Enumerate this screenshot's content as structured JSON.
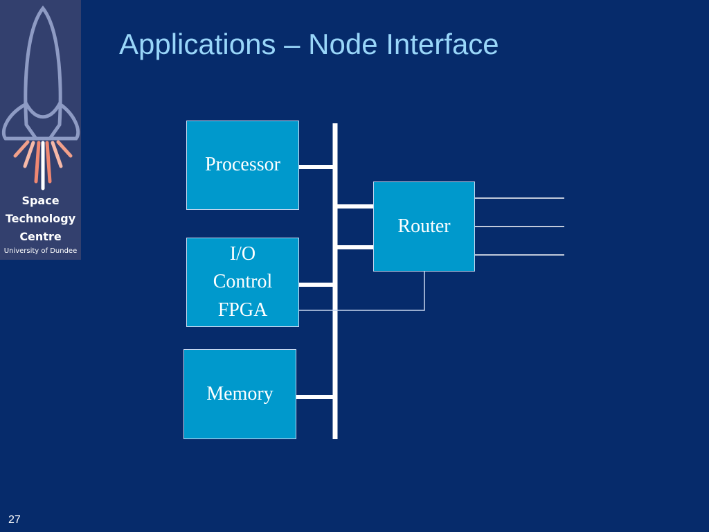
{
  "slide": {
    "title": "Applications – Node Interface",
    "page_number": "27"
  },
  "logo": {
    "line1": "Space",
    "line2": "Technology",
    "line3": "Centre",
    "line4": "University of Dundee",
    "icon": "rocket-logo-icon"
  },
  "diagram": {
    "blocks": {
      "processor": "Processor",
      "io": "I/O\nControl\nFPGA",
      "memory": "Memory",
      "router": "Router"
    },
    "colors": {
      "background": "#062B6B",
      "block_fill": "#0099CC",
      "bus": "#FFFFFF"
    }
  }
}
